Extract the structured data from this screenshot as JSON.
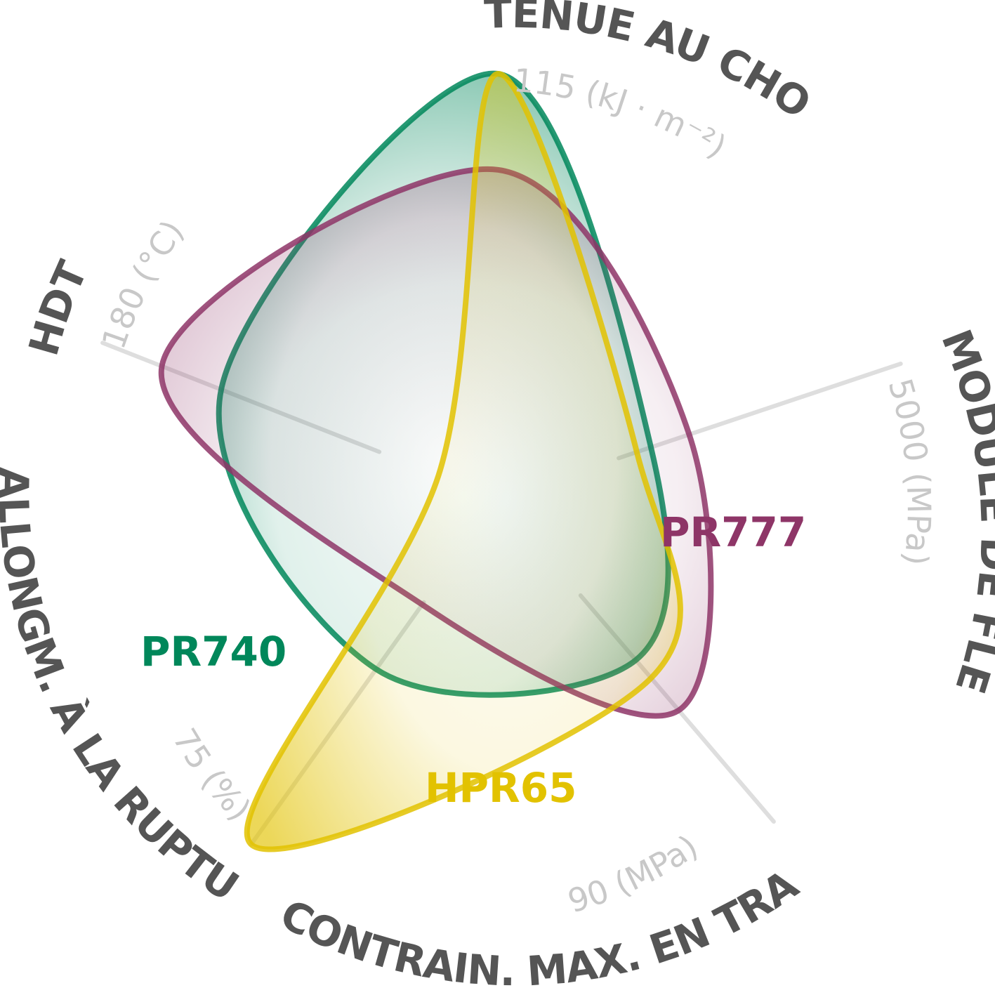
{
  "chart_data": {
    "type": "radar",
    "axes": [
      {
        "key": "choc",
        "title": "TENUE AU CHOC",
        "max_label": "115 (kJ · m⁻²)",
        "max": 115
      },
      {
        "key": "flex",
        "title": "MODULE DE FLEX.",
        "max_label": "5000 (MPa)",
        "max": 5000
      },
      {
        "key": "tract",
        "title": "CONTRAIN. MAX. EN TRACT.",
        "max_label": "90 (MPa)",
        "max": 90
      },
      {
        "key": "allong",
        "title": "ALLONGM. À LA RUPTURE",
        "max_label": "75 (%)",
        "max": 75
      },
      {
        "key": "hdt",
        "title": "HDT",
        "max_label": "180 (°C)",
        "max": 180
      }
    ],
    "series": [
      {
        "name": "PR740",
        "color": "#00875a",
        "values": [
          115,
          1900,
          45,
          37,
          126
        ]
      },
      {
        "name": "PR777",
        "color": "#8e3567",
        "values": [
          89,
          2375,
          59,
          23,
          153
        ]
      },
      {
        "name": "HPR65",
        "color": "#e2c200",
        "values": [
          115,
          1725,
          50,
          75,
          27
        ]
      }
    ]
  }
}
